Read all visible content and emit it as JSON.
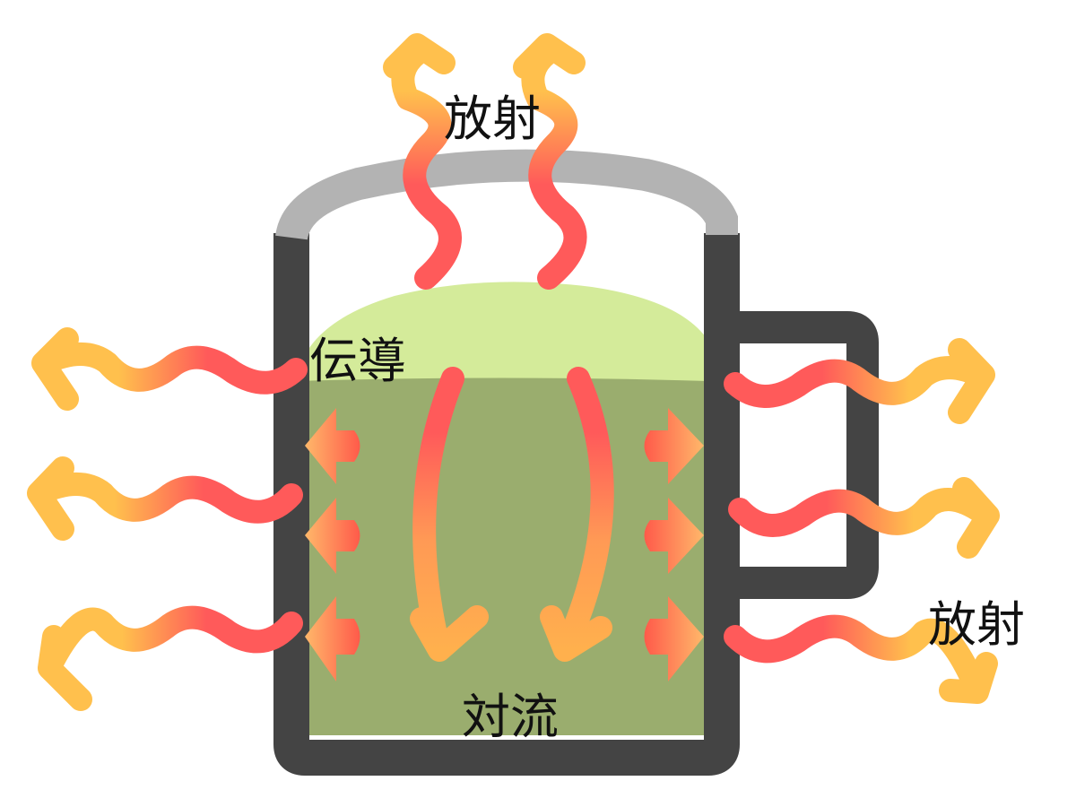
{
  "labels": {
    "radiation_top": "放射",
    "conduction": "伝導",
    "convection": "対流",
    "radiation_right": "放射"
  },
  "colors": {
    "mug": "#444444",
    "lid": "#b3b3b3",
    "liquid": "#9aad6e",
    "foam": "#d4eb9a",
    "heat_hot": "#ff5a5a",
    "heat_warm": "#ffc04d"
  }
}
